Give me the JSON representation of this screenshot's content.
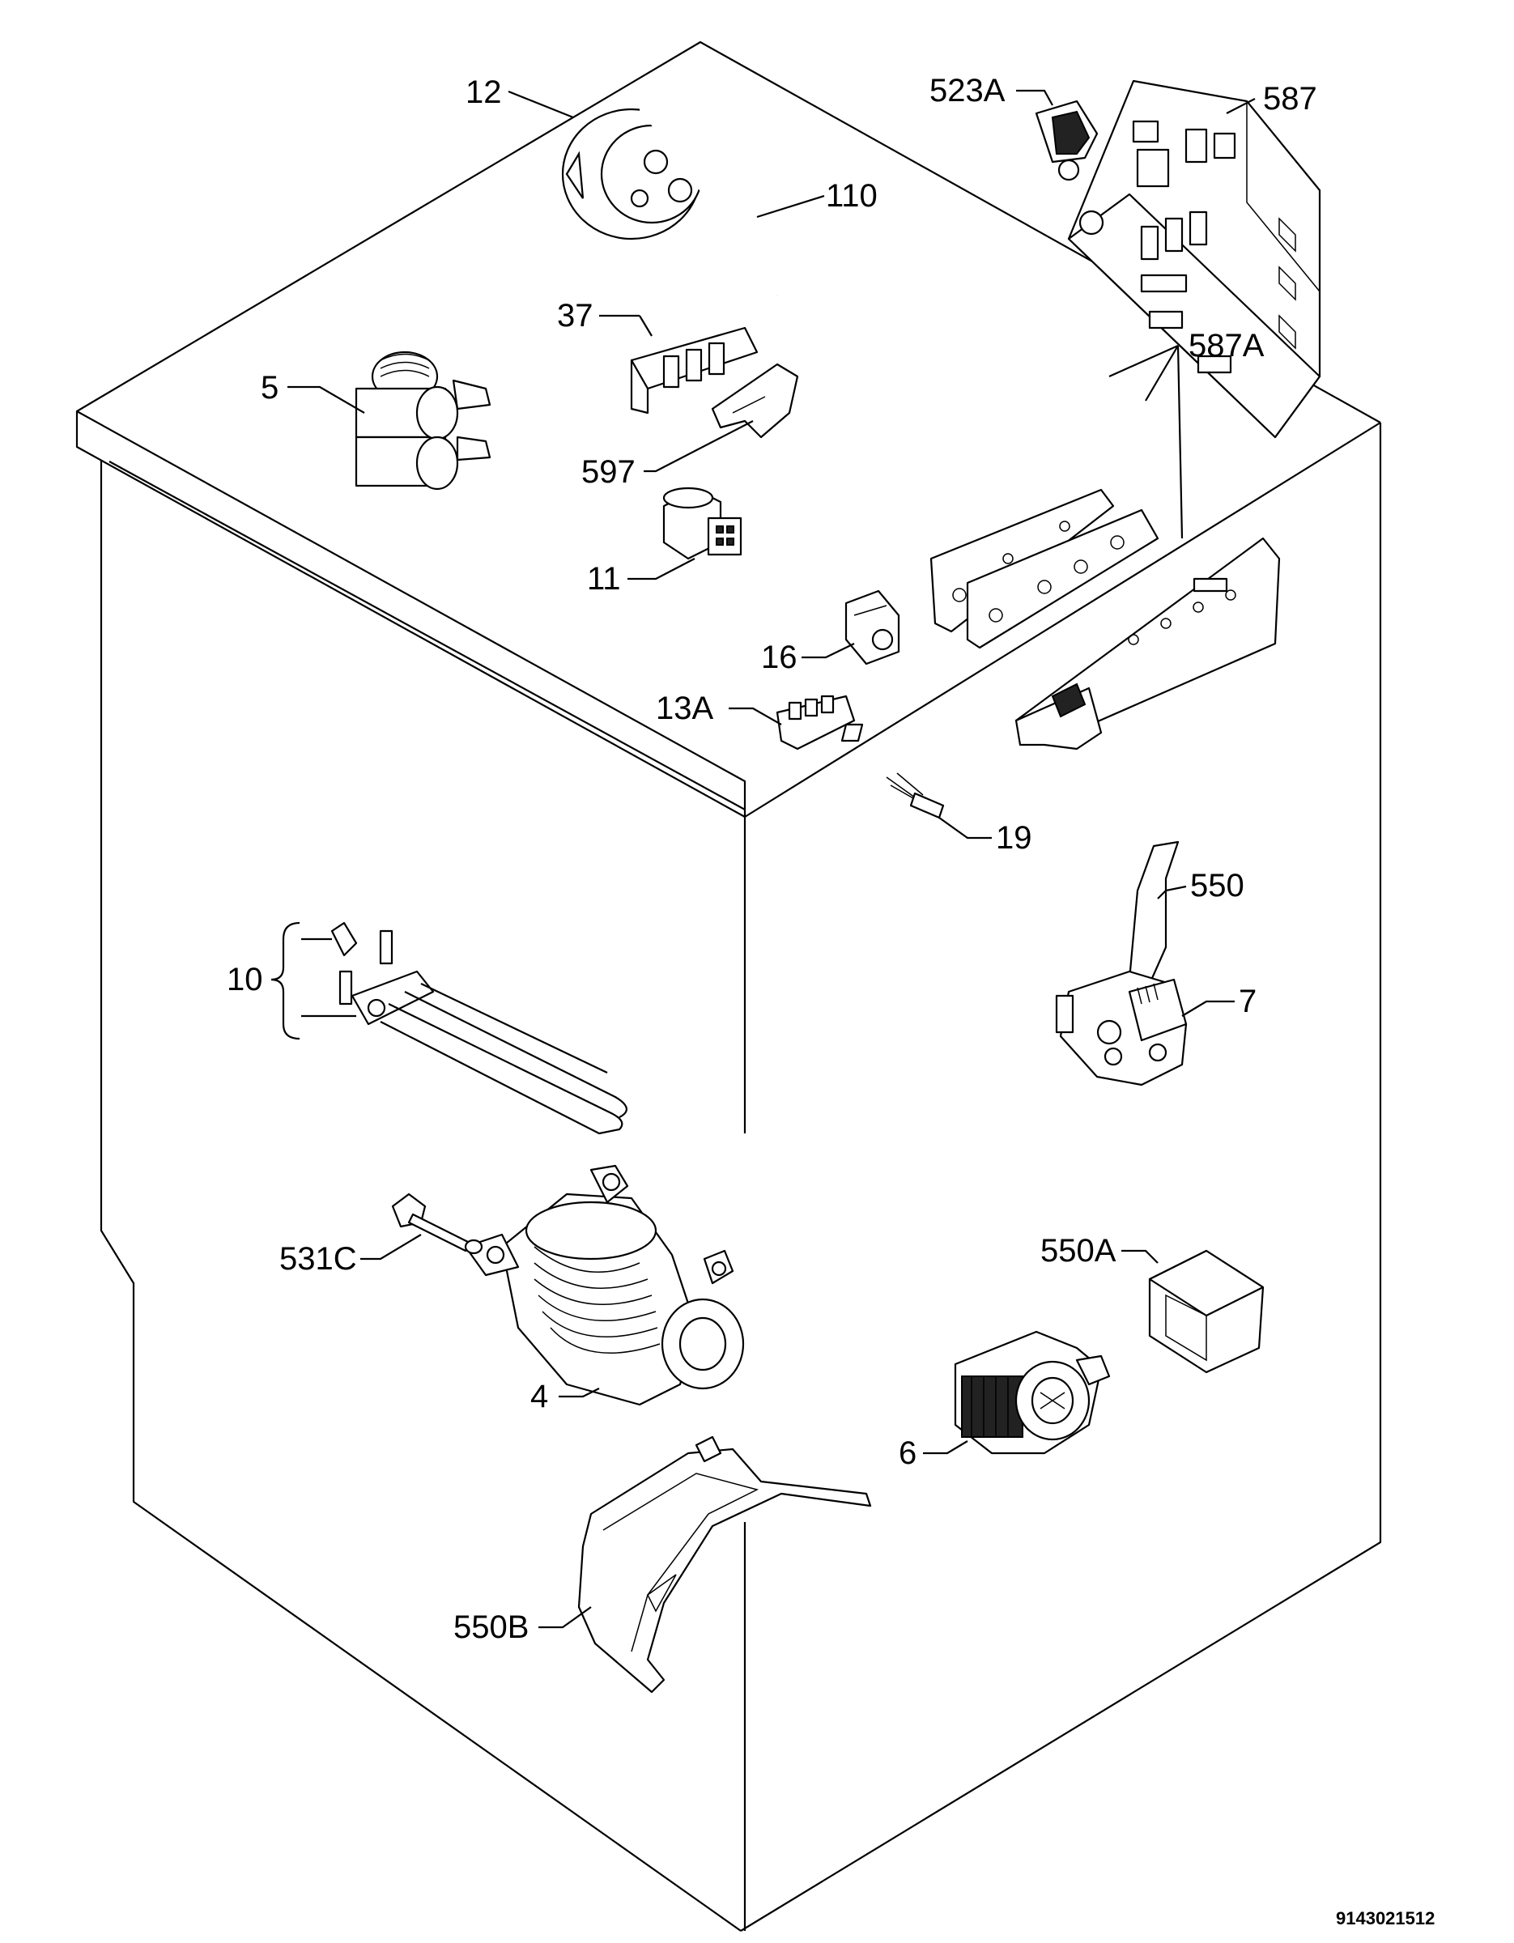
{
  "labels": {
    "p12": "12",
    "p110": "110",
    "p523a": "523A",
    "p587": "587",
    "p37": "37",
    "p5": "5",
    "p597": "597",
    "p587a": "587A",
    "p11": "11",
    "p16": "16",
    "p13a": "13A",
    "p19": "19",
    "p550": "550",
    "p10": "10",
    "p7": "7",
    "p531c": "531C",
    "p550a": "550A",
    "p4": "4",
    "p6": "6",
    "p550b": "550B"
  },
  "footer": {
    "drawing_number": "9143021512"
  }
}
